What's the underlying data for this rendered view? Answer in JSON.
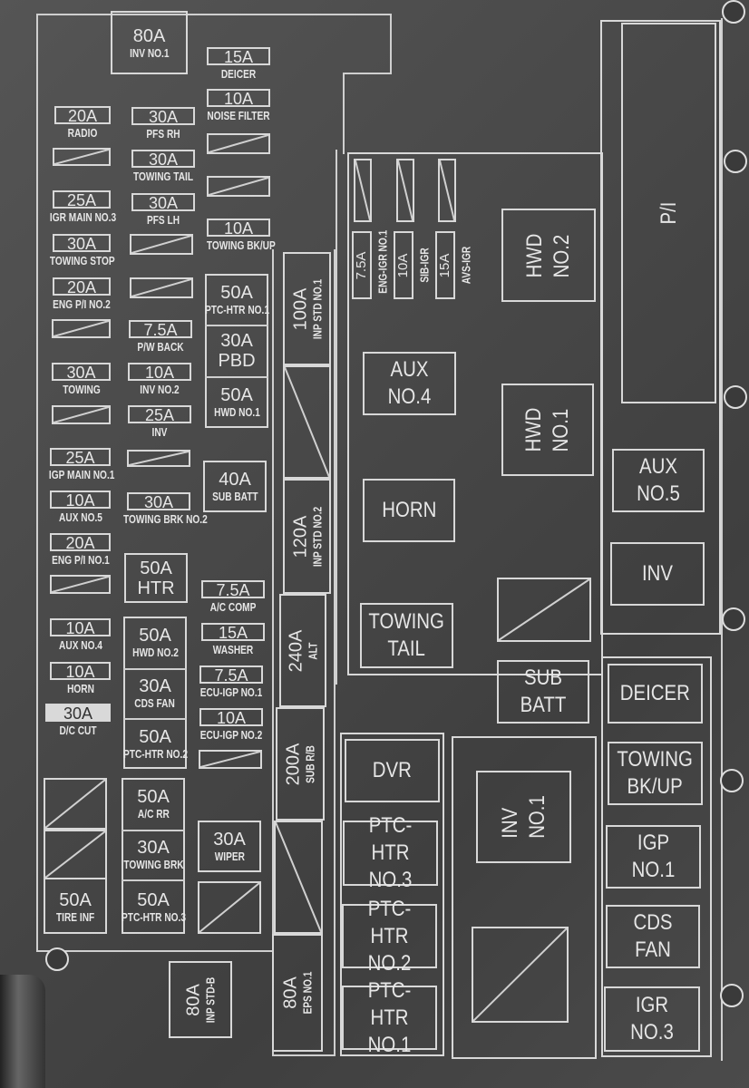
{
  "fuses": {
    "inv1": {
      "amp": "80A",
      "label": "INV NO.1"
    },
    "deicer_f": {
      "amp": "15A",
      "label": "DEICER"
    },
    "noise": {
      "amp": "10A",
      "label": "NOISE FILTER"
    },
    "radio": {
      "amp": "20A",
      "label": "RADIO"
    },
    "pfs_rh": {
      "amp": "30A",
      "label": "PFS RH"
    },
    "towing_tail_f": {
      "amp": "30A",
      "label": "TOWING TAIL"
    },
    "igr_main3": {
      "amp": "25A",
      "label": "IGR MAIN NO.3"
    },
    "pfs_lh": {
      "amp": "30A",
      "label": "PFS LH"
    },
    "towing_bkup_f": {
      "amp": "10A",
      "label": "TOWING BK/UP"
    },
    "towing_stop": {
      "amp": "30A",
      "label": "TOWING STOP"
    },
    "eng_pi2": {
      "amp": "20A",
      "label": "ENG P/I NO.2"
    },
    "ptc_htr1_f": {
      "amp": "50A",
      "label": "PTC-HTR NO.1"
    },
    "pw_back": {
      "amp": "7.5A",
      "label": "P/W BACK"
    },
    "pbd": {
      "amp": "30A",
      "label": "PBD"
    },
    "towing": {
      "amp": "30A",
      "label": "TOWING"
    },
    "inv2": {
      "amp": "10A",
      "label": "INV NO.2"
    },
    "hwd1_f": {
      "amp": "50A",
      "label": "HWD NO.1"
    },
    "inv_f": {
      "amp": "25A",
      "label": "INV"
    },
    "igp_main1": {
      "amp": "25A",
      "label": "IGP MAIN NO.1"
    },
    "sub_batt_f": {
      "amp": "40A",
      "label": "SUB BATT"
    },
    "aux5_f": {
      "amp": "10A",
      "label": "AUX NO.5"
    },
    "towing_brk2": {
      "amp": "30A",
      "label": "TOWING BRK NO.2"
    },
    "eng_pi1": {
      "amp": "20A",
      "label": "ENG P/I NO.1"
    },
    "htr": {
      "amp": "50A",
      "label": "HTR"
    },
    "ac_comp": {
      "amp": "7.5A",
      "label": "A/C COMP"
    },
    "aux4_f": {
      "amp": "10A",
      "label": "AUX NO.4"
    },
    "hwd2_f": {
      "amp": "50A",
      "label": "HWD NO.2"
    },
    "washer": {
      "amp": "15A",
      "label": "WASHER"
    },
    "horn_f": {
      "amp": "10A",
      "label": "HORN"
    },
    "cds_fan_f": {
      "amp": "30A",
      "label": "CDS FAN"
    },
    "ecu_igp1": {
      "amp": "7.5A",
      "label": "ECU-IGP NO.1"
    },
    "dc_cut": {
      "amp": "30A",
      "label": "D/C CUT"
    },
    "ptc_htr2_f": {
      "amp": "50A",
      "label": "PTC-HTR NO.2"
    },
    "ecu_igp2": {
      "amp": "10A",
      "label": "ECU-IGP NO.2"
    },
    "ac_rr": {
      "amp": "50A",
      "label": "A/C RR"
    },
    "towing_brk": {
      "amp": "30A",
      "label": "TOWING BRK"
    },
    "wiper": {
      "amp": "30A",
      "label": "WIPER"
    },
    "tire_inf": {
      "amp": "50A",
      "label": "TIRE INF"
    },
    "ptc_htr3_f": {
      "amp": "50A",
      "label": "PTC-HTR NO.3"
    },
    "inp_std_b": {
      "amp": "80A",
      "label": "INP STD-B"
    },
    "inp_std1": {
      "amp": "100A",
      "label": "INP STD NO.1"
    },
    "inp_std2": {
      "amp": "120A",
      "label": "INP STD NO.2"
    },
    "alt": {
      "amp": "240A",
      "label": "ALT"
    },
    "sub_rb": {
      "amp": "200A",
      "label": "SUB R/B"
    },
    "eps1": {
      "amp": "80A",
      "label": "EPS NO.1"
    },
    "eng_igr1": {
      "amp": "7.5A",
      "label": "ENG-IGR NO.1"
    },
    "sib_igr": {
      "amp": "10A",
      "label": "SIB-IGR"
    },
    "avs_igr": {
      "amp": "15A",
      "label": "AVS-IGR"
    }
  },
  "relays": {
    "pi": "P/I",
    "hwd2": "HWD NO.2",
    "aux4": "AUX NO.4",
    "hwd1": "HWD NO.1",
    "horn": "HORN",
    "aux5": "AUX NO.5",
    "inv": "INV",
    "towing_tail": "TOWING\nTAIL",
    "sub_batt": "SUB BATT",
    "deicer": "DEICER",
    "dvr": "DVR",
    "towing_bkup": "TOWING\nBK/UP",
    "inv1": "INV NO.1",
    "ptc_htr3": "PTC-HTR\nNO.3",
    "igp1": "IGP NO.1",
    "ptc_htr2": "PTC-HTR\nNO.2",
    "cds_fan": "CDS FAN",
    "ptc_htr1": "PTC-HTR\nNO.1",
    "igr3": "IGR NO.3"
  },
  "colors": {
    "panel": "#4a4a4a",
    "line": "#d8d8d8",
    "highlight": "#d9d9d9"
  }
}
